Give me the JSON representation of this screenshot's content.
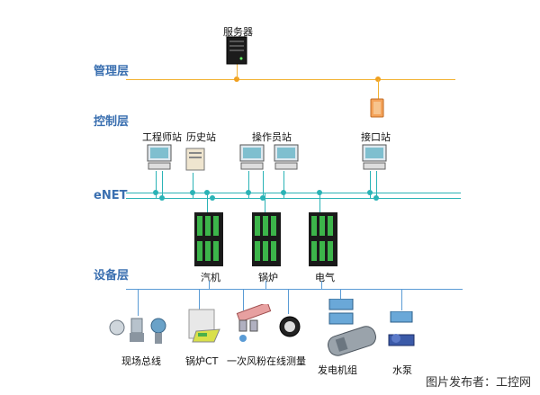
{
  "layers": {
    "management": "管理层",
    "control": "控制层",
    "network": "eNET",
    "device": "设备层"
  },
  "nodes": {
    "server": "服务器",
    "engineer_station": "工程师站",
    "history_station": "历史站",
    "operator_station": "操作员站",
    "interface_station": "接口站",
    "turbine": "汽机",
    "boiler": "锅炉",
    "electrical": "电气"
  },
  "devices": {
    "field_bus": "现场总线",
    "boiler_ct": "锅炉CT",
    "primary_air_powder": "一次风粉在线测量",
    "generator_set": "发电机组",
    "water_pump": "水泵"
  },
  "watermark": "图片发布者：工控网",
  "colors": {
    "management_line": "#f2b233",
    "enet_line": "#2ab3b6",
    "device_line": "#5a9bd5",
    "layer_text": "#3a6fb0"
  }
}
